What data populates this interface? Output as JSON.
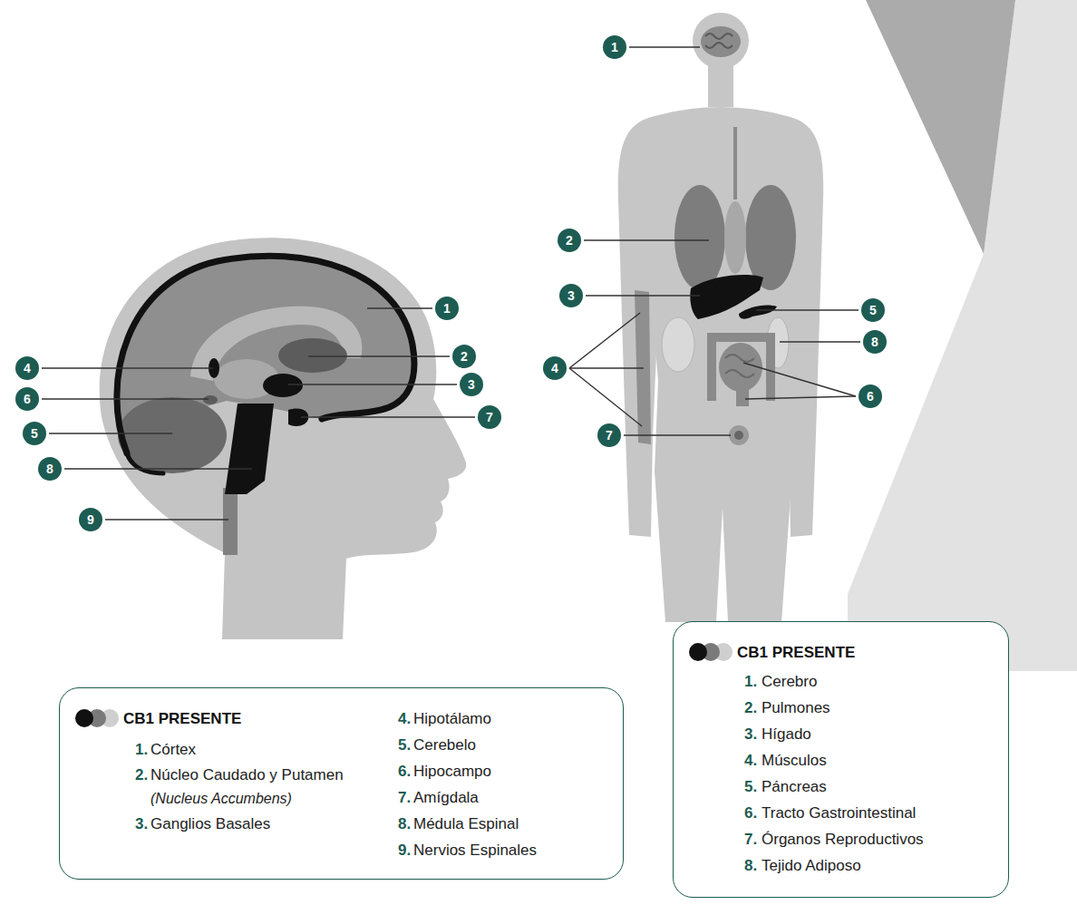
{
  "diagram": {
    "nodes": [
      {
        "text": [
          "CB1 PRESENTE",
          "1.",
          "Córtex",
          "2.",
          "Núcleo Caudado y Putamen",
          "(Nucleus Accumbens)",
          "3.",
          "Ganglios Basales",
          "4.",
          "Hipotálamo",
          "5.",
          "Cerebelo",
          "6.",
          "Hipocampo",
          "7.",
          "Amígdala",
          "8.",
          "Médula Espinal",
          "9.",
          "Nervios Espinales"
        ]
      },
      {
        "text": [
          "CB1 PRESENTE",
          "1.",
          "Cerebro",
          "2.",
          "Pulmones",
          "3.",
          "Hígado",
          "4.",
          "Músculos",
          "5.",
          "Páncreas",
          "6.",
          "Tracto Gastrointestinal",
          "7.",
          "Órganos Reproductivos",
          "8.",
          "Tejido Adiposo"
        ]
      }
    ],
    "labels": [
      "1",
      "2",
      "3",
      "4",
      "5",
      "6",
      "7",
      "8",
      "9",
      "1",
      "2",
      "3",
      "4",
      "5",
      "6",
      "7",
      "8"
    ]
  }
}
